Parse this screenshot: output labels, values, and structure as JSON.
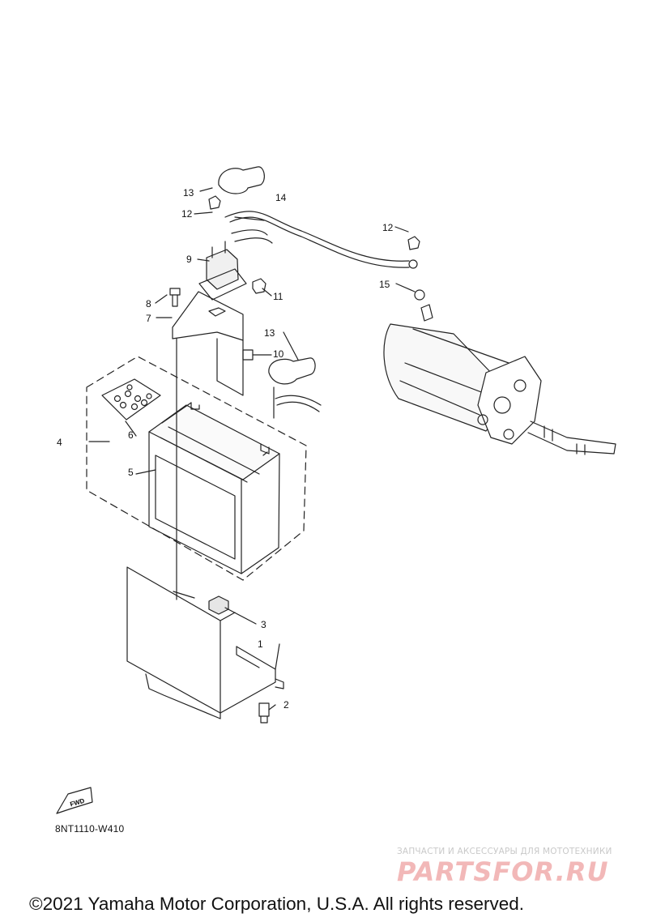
{
  "diagram": {
    "callouts": [
      {
        "num": "1"
      },
      {
        "num": "2"
      },
      {
        "num": "3"
      },
      {
        "num": "4"
      },
      {
        "num": "5"
      },
      {
        "num": "6"
      },
      {
        "num": "7"
      },
      {
        "num": "8"
      },
      {
        "num": "9"
      },
      {
        "num": "10"
      },
      {
        "num": "11"
      },
      {
        "num": "12"
      },
      {
        "num": "12"
      },
      {
        "num": "13"
      },
      {
        "num": "13"
      },
      {
        "num": "14"
      },
      {
        "num": "15"
      }
    ],
    "fwd_label": "FWD",
    "diagram_code": "8NT1110-W410"
  },
  "watermark": {
    "line": "ЗАПЧАСТИ И АКСЕССУАРЫ ДЛЯ МОТОТЕХНИКИ",
    "logo": "PARTSFOR.RU"
  },
  "footer": {
    "copyright": "©2021 Yamaha Motor Corporation, U.S.A. All rights reserved."
  }
}
